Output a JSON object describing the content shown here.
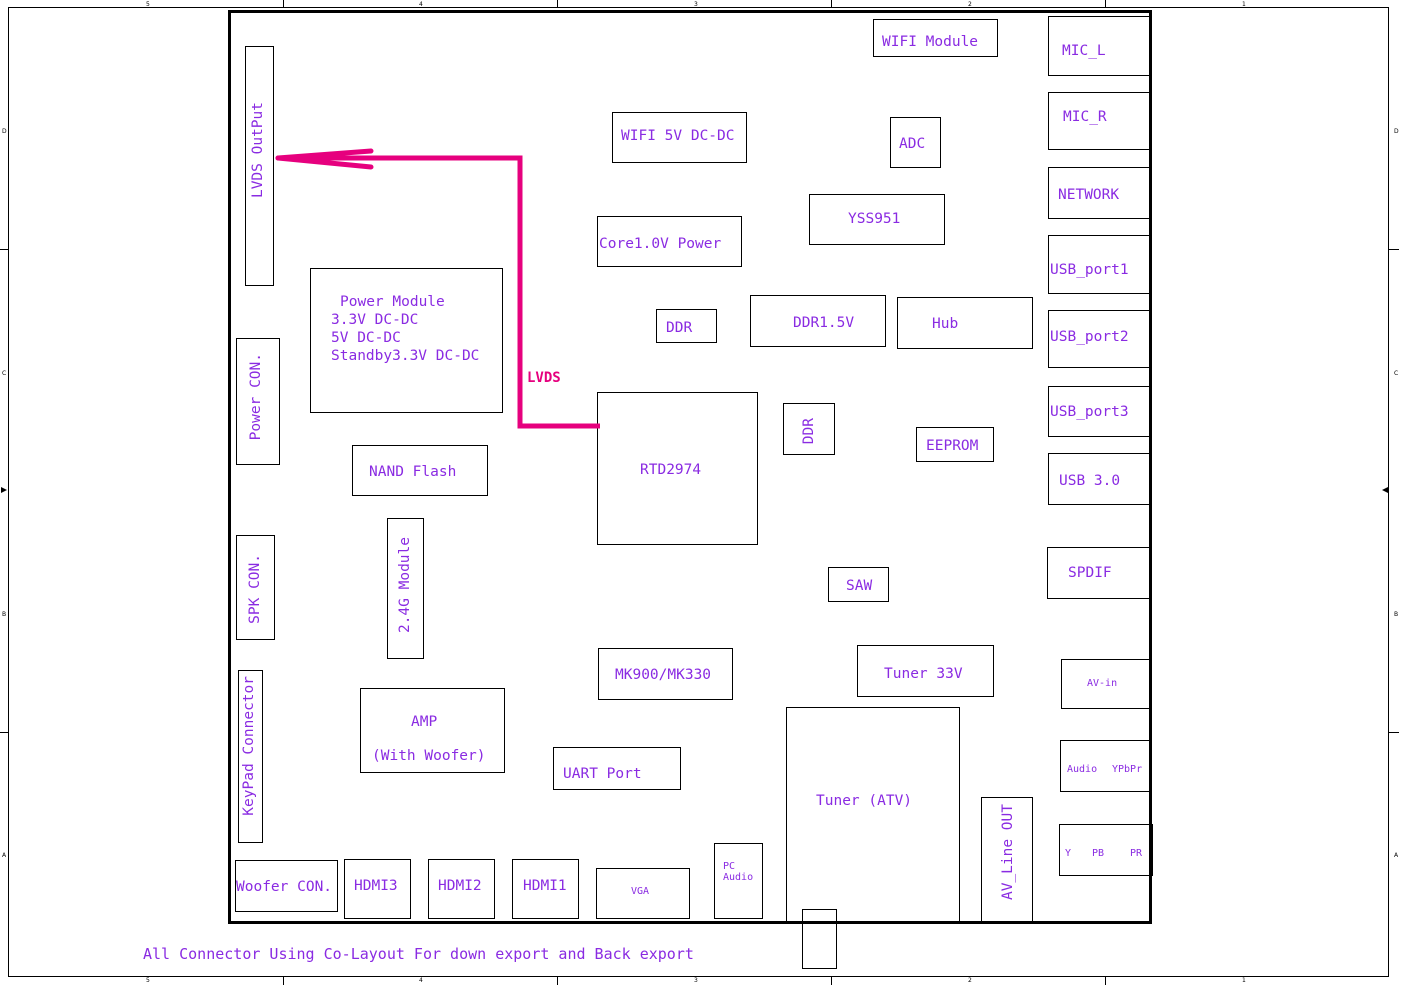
{
  "ruler": {
    "top": [
      "5",
      "4",
      "3",
      "2",
      "1"
    ],
    "bottom": [
      "5",
      "4",
      "3",
      "2",
      "1"
    ],
    "left": [
      "D",
      "C",
      "B",
      "A"
    ],
    "right": [
      "D",
      "C",
      "B",
      "A"
    ]
  },
  "blocks": {
    "wifi_module": "WIFI Module",
    "mic_l": "MIC_L",
    "mic_r": "MIC_R",
    "lvds_output": "LVDS OutPut",
    "wifi_5v": "WIFI 5V DC-DC",
    "adc": "ADC",
    "network": "NETWORK",
    "yss951": "YSS951",
    "core_power": "Core1.0V Power",
    "usb_port1": "USB_port1",
    "power_module": [
      "Power Module",
      "3.3V DC-DC",
      "5V DC-DC",
      "Standby3.3V DC-DC"
    ],
    "ddr_top": "DDR",
    "ddr15": "DDR1.5V",
    "hub": "Hub",
    "usb_port2": "USB_port2",
    "power_con": "Power CON.",
    "usb_port3": "USB_port3",
    "rtd2974": "RTD2974",
    "ddr_vert": "DDR",
    "eeprom": "EEPROM",
    "nand_flash": "NAND Flash",
    "usb30": "USB 3.0",
    "spk_con": "SPK CON.",
    "module_24g": "2.4G Module",
    "spdif": "SPDIF",
    "saw": "SAW",
    "keypad_connector": "KeyPad Connector",
    "mk900": "MK900/MK330",
    "tuner33v": "Tuner 33V",
    "av_in": "AV-in",
    "amp": [
      "AMP",
      "(With Woofer)"
    ],
    "uart_port": "UART Port",
    "tuner_atv": "Tuner (ATV)",
    "audio_ypbpr": [
      "Audio",
      "YPbPr"
    ],
    "av_line_out": "AV_Line OUT",
    "y_pb_pr": [
      "Y",
      "PB",
      "PR"
    ],
    "pc_audio": [
      "PC",
      "Audio"
    ],
    "woofer_con": "Woofer CON.",
    "hdmi3": "HDMI3",
    "hdmi2": "HDMI2",
    "hdmi1": "HDMI1",
    "vga": "VGA"
  },
  "lvds_label": "LVDS",
  "note": "All Connector Using Co-Layout For down export and Back export",
  "colors": {
    "text": "#8a2be2",
    "arrow": "#e6007e",
    "line": "#000000"
  }
}
